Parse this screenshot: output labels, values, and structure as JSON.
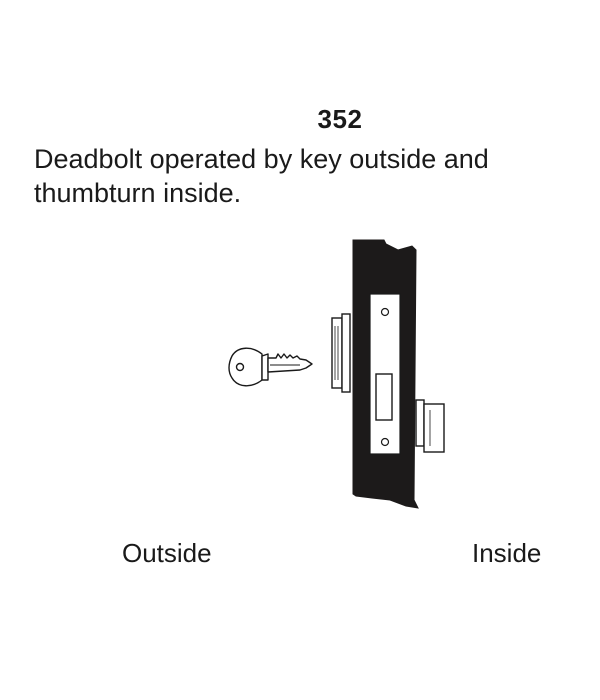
{
  "header": {
    "function_number": "352",
    "description": "Deadbolt operated by key outside and thumbturn inside."
  },
  "diagram": {
    "components": [
      {
        "name": "key",
        "icon": "key-icon"
      },
      {
        "name": "door-edge",
        "icon": "door-edge-icon"
      },
      {
        "name": "lock-faceplate",
        "icon": "faceplate-icon"
      },
      {
        "name": "deadbolt",
        "icon": "deadbolt-icon"
      },
      {
        "name": "cylinder",
        "icon": "cylinder-icon"
      },
      {
        "name": "thumbturn",
        "icon": "thumbturn-icon"
      }
    ]
  },
  "labels": {
    "outside": "Outside",
    "inside": "Inside"
  },
  "colors": {
    "ink": "#1a1a1a",
    "door": "#1c1a1a",
    "background": "#ffffff"
  }
}
